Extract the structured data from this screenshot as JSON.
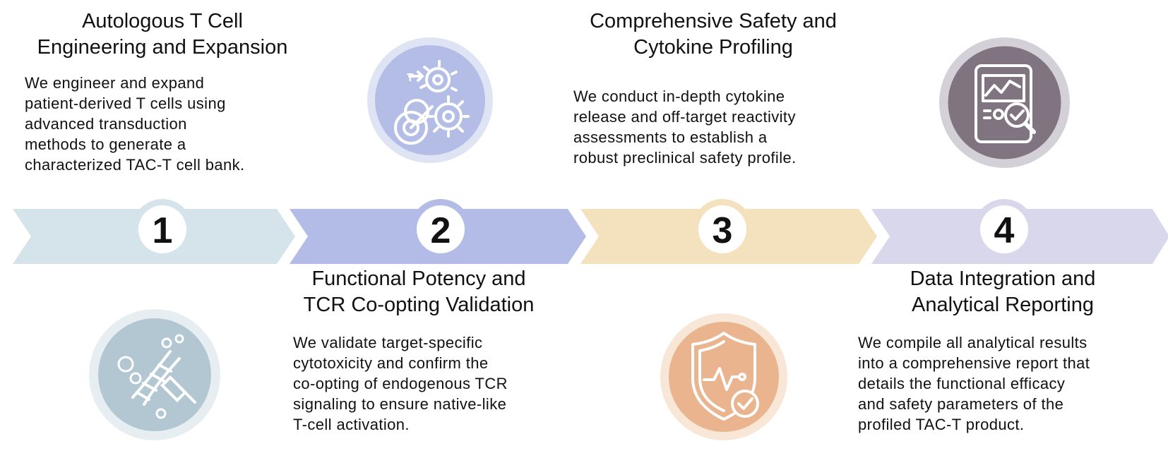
{
  "steps": [
    {
      "number": "1",
      "title_lines": [
        "Autologous T Cell",
        "Engineering and Expansion"
      ],
      "desc_lines": [
        "We engineer and expand",
        "patient-derived T cells using",
        "advanced transduction",
        "methods to generate a",
        "characterized TAC-T cell bank."
      ],
      "icon": "dna-syringe-icon",
      "color": "#d5e3ea",
      "icon_color": "#b4c9d4"
    },
    {
      "number": "2",
      "title_lines": [
        "Functional Potency and",
        "TCR Co-opting Validation"
      ],
      "desc_lines": [
        "We validate target-specific",
        "cytotoxicity and confirm the",
        "co-opting of endogenous TCR",
        "signaling to ensure native-like",
        "T-cell activation."
      ],
      "icon": "gears-target-icon",
      "color": "#b2bce6",
      "icon_color": "#b2bce6"
    },
    {
      "number": "3",
      "title_lines": [
        "Comprehensive Safety and",
        "Cytokine Profiling"
      ],
      "desc_lines": [
        "We conduct in-depth cytokine",
        "release and off-target reactivity",
        "assessments to establish a",
        "robust preclinical safety profile."
      ],
      "icon": "shield-check-icon",
      "color": "#f4e1bd",
      "icon_color": "#e9b38c"
    },
    {
      "number": "4",
      "title_lines": [
        "Data Integration and",
        "Analytical Reporting"
      ],
      "desc_lines": [
        "We compile all analytical results",
        "into a comprehensive report that",
        "details the functional efficacy",
        "and safety parameters of the",
        "profiled TAC-T product."
      ],
      "icon": "tablet-analytics-icon",
      "color": "#d9d7ec",
      "icon_color": "#7f7480"
    }
  ]
}
